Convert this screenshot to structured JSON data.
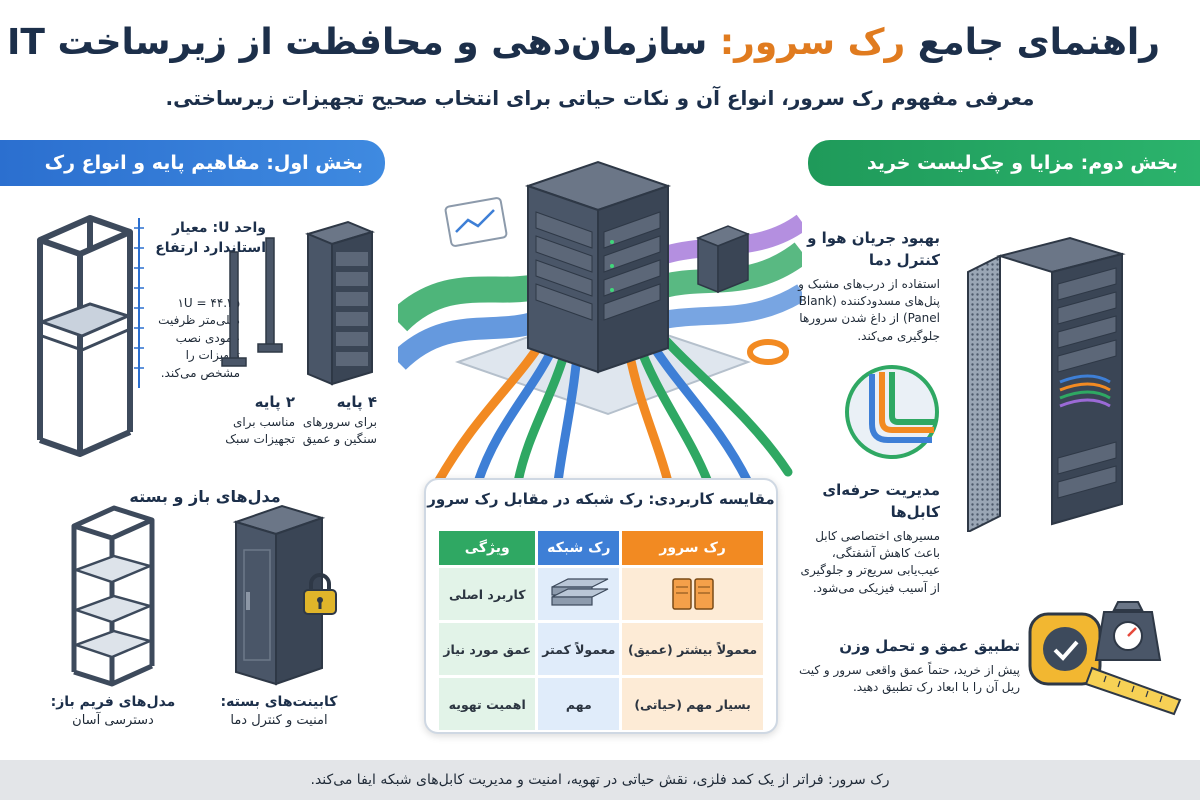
{
  "header": {
    "title_a": "راهنمای جامع",
    "title_accent": "رک سرور:",
    "title_b": "سازمان‌دهی و محافظت از زیرساخت IT",
    "subtitle": "معرفی مفهوم رک سرور، انواع آن و نکات حیاتی برای انتخاب صحیح تجهیزات زیرساختی."
  },
  "section1": {
    "banner": "بخش اول: مفاهیم پایه و انواع رک",
    "unit_title": "واحد U: معیار استاندارد ارتفاع",
    "unit_desc": "۱U = ۴۴.۴۵ میلی‌متر ظرفیت عمودی نصب تجهیزات را مشخص می‌کند.",
    "two_post_title": "۲ پایه",
    "two_post_desc": "مناسب برای تجهیزات سبک",
    "four_post_title": "۴ پایه",
    "four_post_desc": "برای سرورهای سنگین و عمیق",
    "models_title": "مدل‌های باز و بسته",
    "open_title": "مدل‌های فریم باز:",
    "open_desc": "دسترسی آسان",
    "closed_title": "کابینت‌های بسته:",
    "closed_desc": "امنیت و کنترل دما"
  },
  "section2": {
    "banner": "بخش دوم: مزایا و چک‌لیست خرید",
    "air_title": "بهبود جریان هوا و کنترل دما",
    "air_desc": "استفاده از درب‌های مشبک و پنل‌های مسدودکننده (Blank Panel) از داغ شدن سرورها جلوگیری می‌کند.",
    "cable_title": "مدیریت حرفه‌ای کابل‌ها",
    "cable_desc": "مسیرهای اختصاصی کابل باعث کاهش آشفتگی، عیب‌یابی سریع‌تر و جلوگیری از آسیب فیزیکی می‌شود.",
    "depth_title": "تطبیق عمق و تحمل وزن",
    "depth_desc": "پیش از خرید، حتماً عمق واقعی سرور و کیت ریل آن را با ابعاد رک تطبیق دهید."
  },
  "comparison": {
    "title": "مقایسه کاربردی: رک شبکه در مقابل رک سرور",
    "headers": [
      "رک سرور",
      "رک شبکه",
      "ویژگی"
    ],
    "rows": [
      [
        "",
        "",
        "کاربرد اصلی"
      ],
      [
        "معمولاً بیشتر (عمیق)",
        "معمولاً کمتر",
        "عمق مورد نیاز"
      ],
      [
        "بسیار مهم (حیاتی)",
        "مهم",
        "اهمیت تهویه"
      ]
    ]
  },
  "footer": "رک سرور: فراتر از یک کمد فلزی، نقش حیاتی در تهویه، امنیت و مدیریت کابل‌های شبکه ایفا می‌کند.",
  "colors": {
    "orange": "#f28a22",
    "blue": "#3e7fd6",
    "green": "#2fa863",
    "navy": "#1c2f4a"
  }
}
